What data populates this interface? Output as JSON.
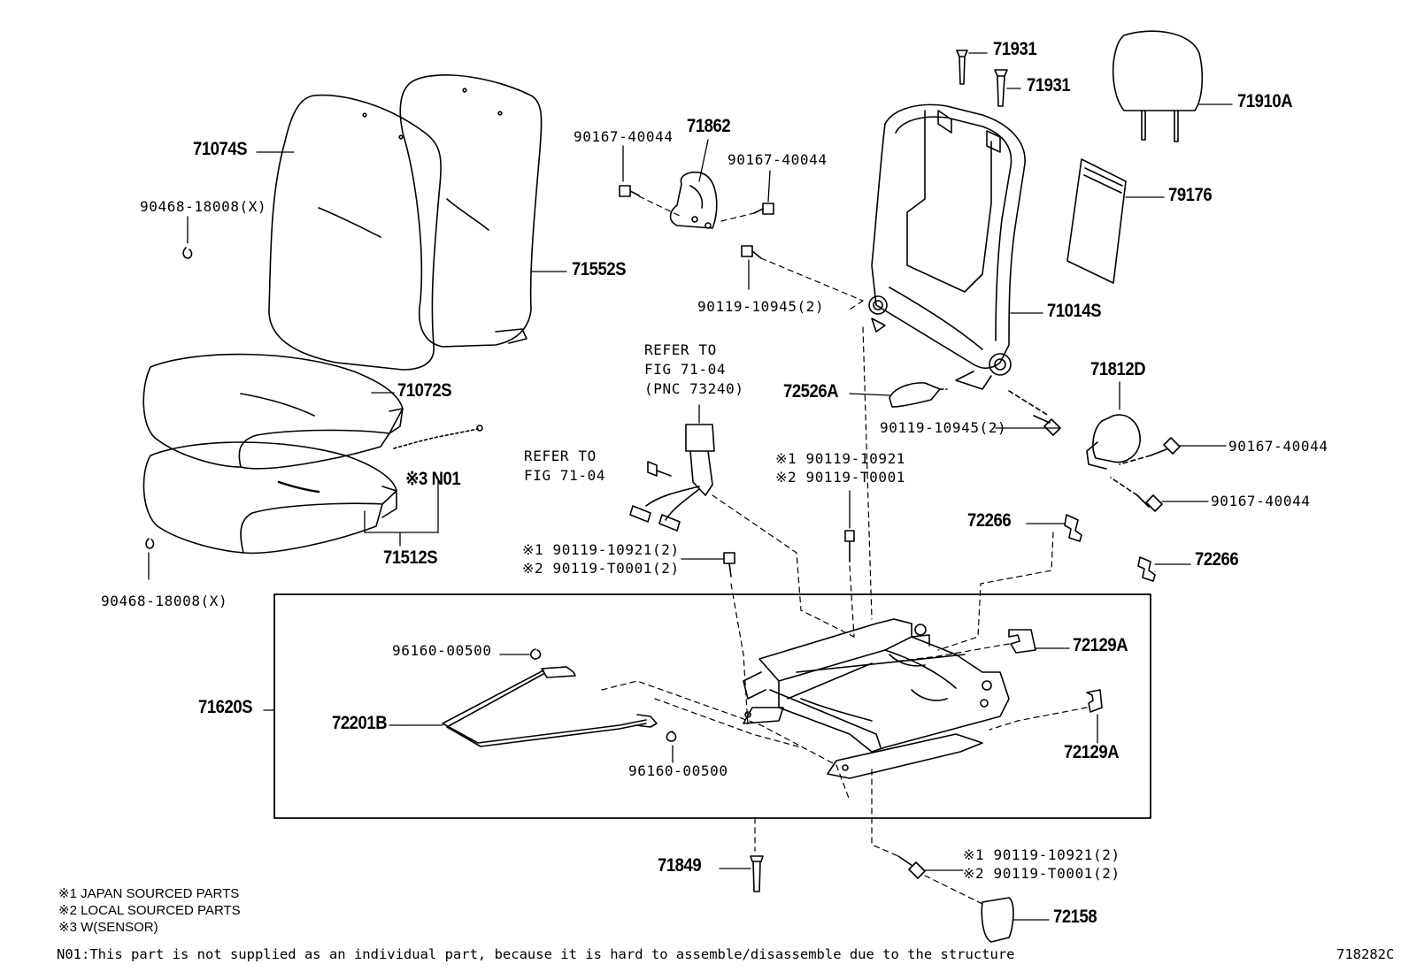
{
  "labels": {
    "p71074S": "71074S",
    "p90468_top": "90468-18008(X)",
    "p71552S": "71552S",
    "p71072S": "71072S",
    "pN01": "※3 N01",
    "p71512S": "71512S",
    "p90468_bot": "90468-18008(X)",
    "p90167_a": "90167-40044",
    "p71862": "71862",
    "p90167_b": "90167-40044",
    "p90119_10945_a": "90119-10945(2)",
    "p71931_a": "71931",
    "p71931_b": "71931",
    "p71910A": "71910A",
    "p79176": "79176",
    "p71014S": "71014S",
    "refer1": "REFER TO\nFIG 71-04\n(PNC 73240)",
    "refer2": "REFER TO\nFIG 71-04",
    "p72526A": "72526A",
    "p90119_10945_b": "90119-10945(2)",
    "p71812D": "71812D",
    "p90167_c": "90167-40044",
    "p90167_d": "90167-40044",
    "p90119_mid": "※1 90119-10921\n※2 90119-T0001",
    "p90119_left": "※1 90119-10921(2)\n※2 90119-T0001(2)",
    "p72266_a": "72266",
    "p72266_b": "72266",
    "p96160_a": "96160-00500",
    "p71620S": "71620S",
    "p72201B": "72201B",
    "p96160_b": "96160-00500",
    "p72129A_a": "72129A",
    "p72129A_b": "72129A",
    "p71849": "71849",
    "p90119_bot": "※1 90119-10921(2)\n※2 90119-T0001(2)",
    "p72158": "72158"
  },
  "notes": {
    "n1": "※1 JAPAN SOURCED PARTS",
    "n2": "※2 LOCAL SOURCED PARTS",
    "n3": "※3 W(SENSOR)"
  },
  "footer": {
    "n01": "N01:This part is not supplied as an individual part, because it is hard to assemble/disassemble due to the structure",
    "code": "718282C"
  }
}
